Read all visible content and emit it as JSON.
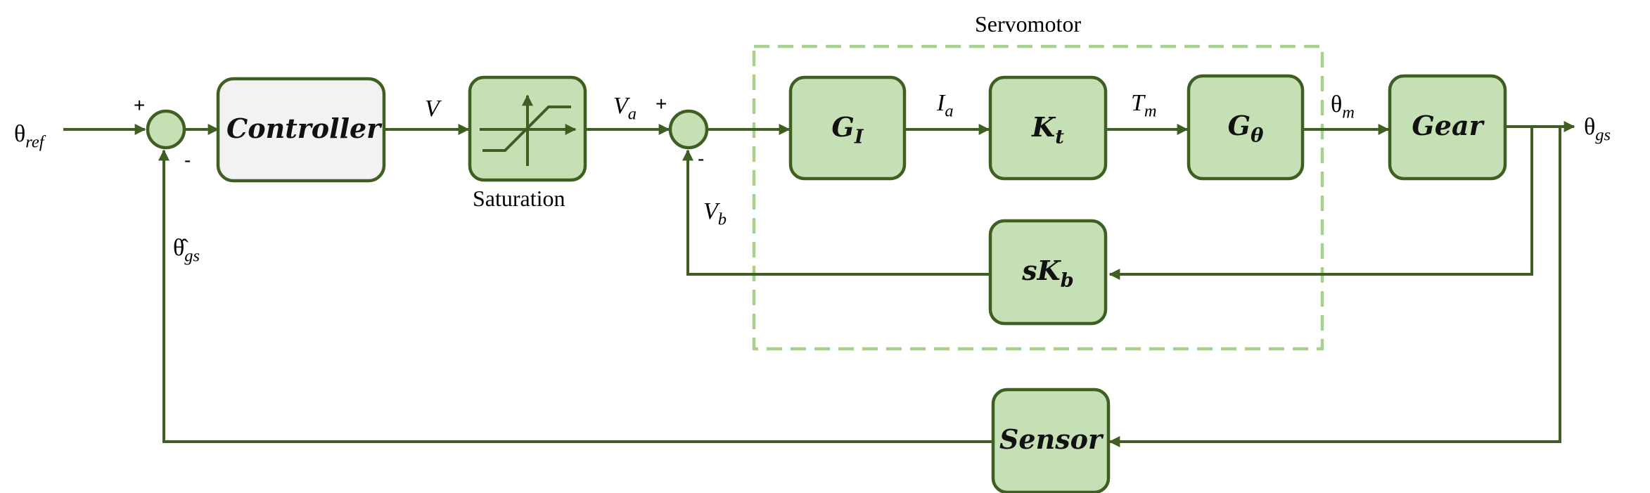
{
  "blocks": {
    "controller": "Controller",
    "saturation_caption": "Saturation",
    "gi": {
      "main": "G",
      "sub": "I"
    },
    "kt": {
      "main": "K",
      "sub": "t"
    },
    "gtheta": {
      "main": "G",
      "sub": "θ"
    },
    "gear": "Gear",
    "skb": {
      "main": "sK",
      "sub": "b"
    },
    "sensor": "Sensor"
  },
  "group": {
    "servomotor": "Servomotor"
  },
  "signals": {
    "theta_ref": {
      "main": "θ",
      "sub": "ref"
    },
    "v": "V",
    "va": {
      "main": "V",
      "sub": "a"
    },
    "ia": {
      "main": "I",
      "sub": "a"
    },
    "tm": {
      "main": "T",
      "sub": "m"
    },
    "theta_m": {
      "main": "θ",
      "sub": "m"
    },
    "theta_gs": {
      "main": "θ",
      "sub": "gs"
    },
    "vb": {
      "main": "V",
      "sub": "b"
    },
    "theta_gs_hat": {
      "main": "θ̂",
      "sub": "gs"
    }
  },
  "signs": {
    "sum1_plus": "+",
    "sum1_minus": "-",
    "sum2_plus": "+",
    "sum2_minus": "-"
  },
  "colors": {
    "block_fill": "#c5e0b4",
    "line": "#3f5f22",
    "controller_fill": "#f2f2f2",
    "dashed_border": "#a9d18e"
  }
}
